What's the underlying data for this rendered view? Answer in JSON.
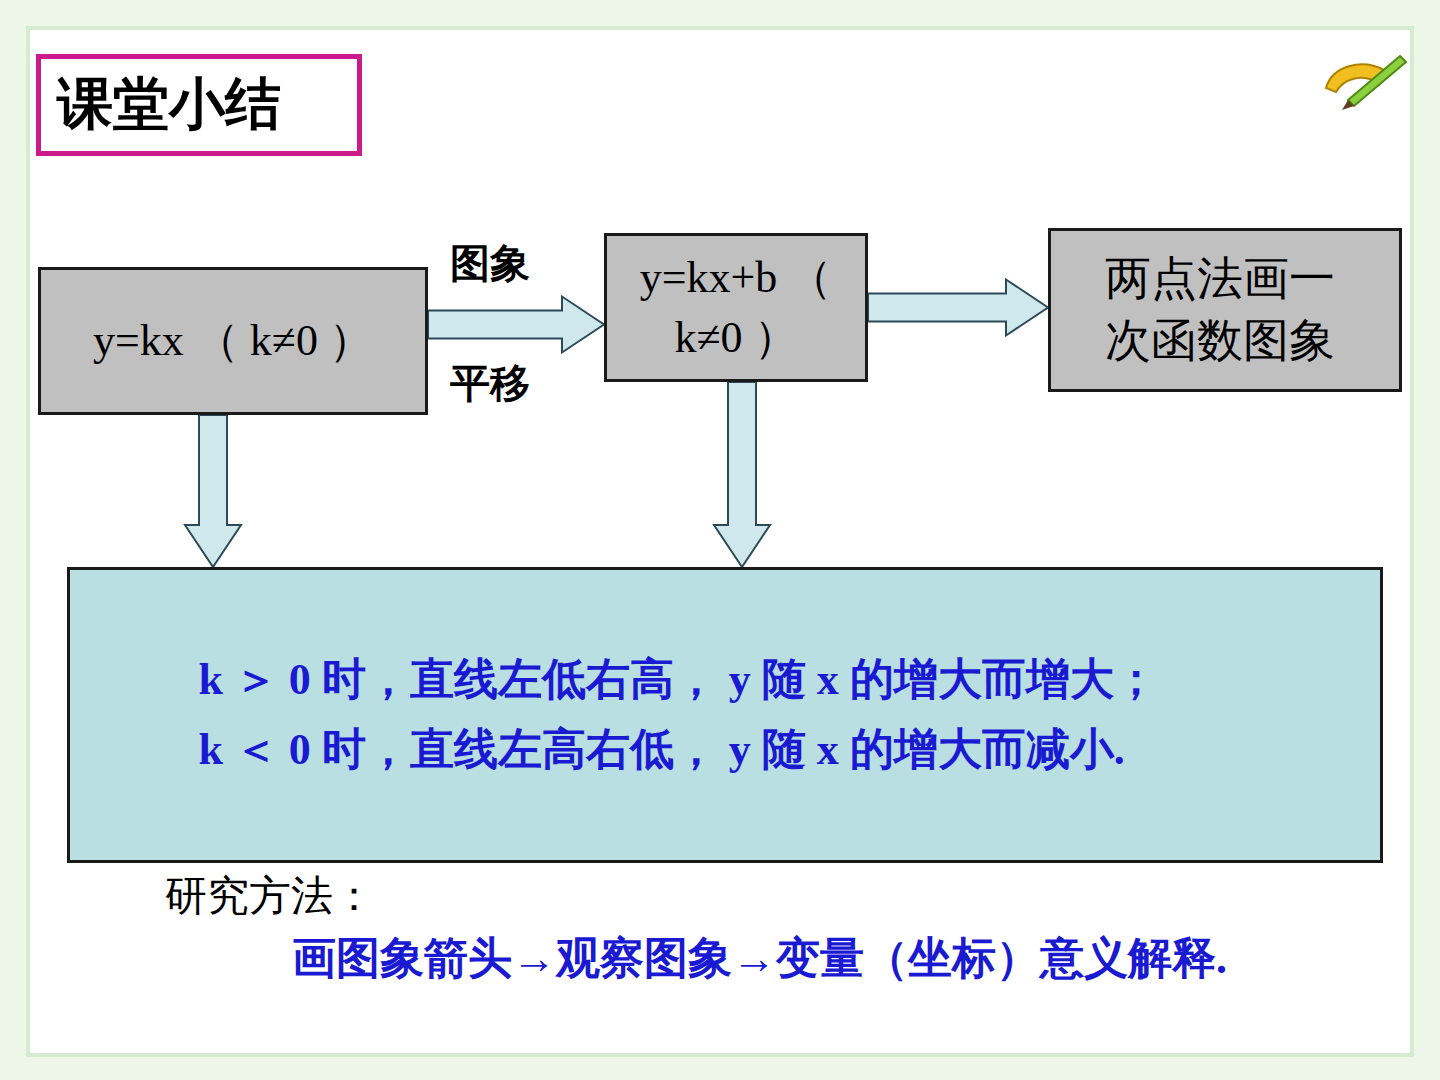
{
  "diagram": {
    "title": "课堂小结",
    "nodes": [
      {
        "text": [
          "y=kx （ k≠0 ）"
        ]
      },
      {
        "text": [
          "y=kx+b （ k≠0 ）"
        ]
      },
      {
        "text": [
          "两点法画一次函数图象"
        ]
      },
      {
        "text": [
          "k ＞ 0 时，直线左低右高， y 随 x 的增大而增大；",
          "k ＜ 0 时，直线左高右低， y 随 x 的增大而减小."
        ]
      }
    ],
    "edges": [
      {
        "from": 0,
        "to": 1,
        "arrow": "to"
      },
      {
        "from": 1,
        "to": 2,
        "arrow": "to"
      },
      {
        "from": 0,
        "to": 3,
        "arrow": "to"
      },
      {
        "from": 1,
        "to": 3,
        "arrow": "to"
      }
    ],
    "labels": [
      "图象",
      "平移",
      "研究方法：",
      "画图象箭头→观察图象→变量（坐标）意义解释."
    ]
  }
}
